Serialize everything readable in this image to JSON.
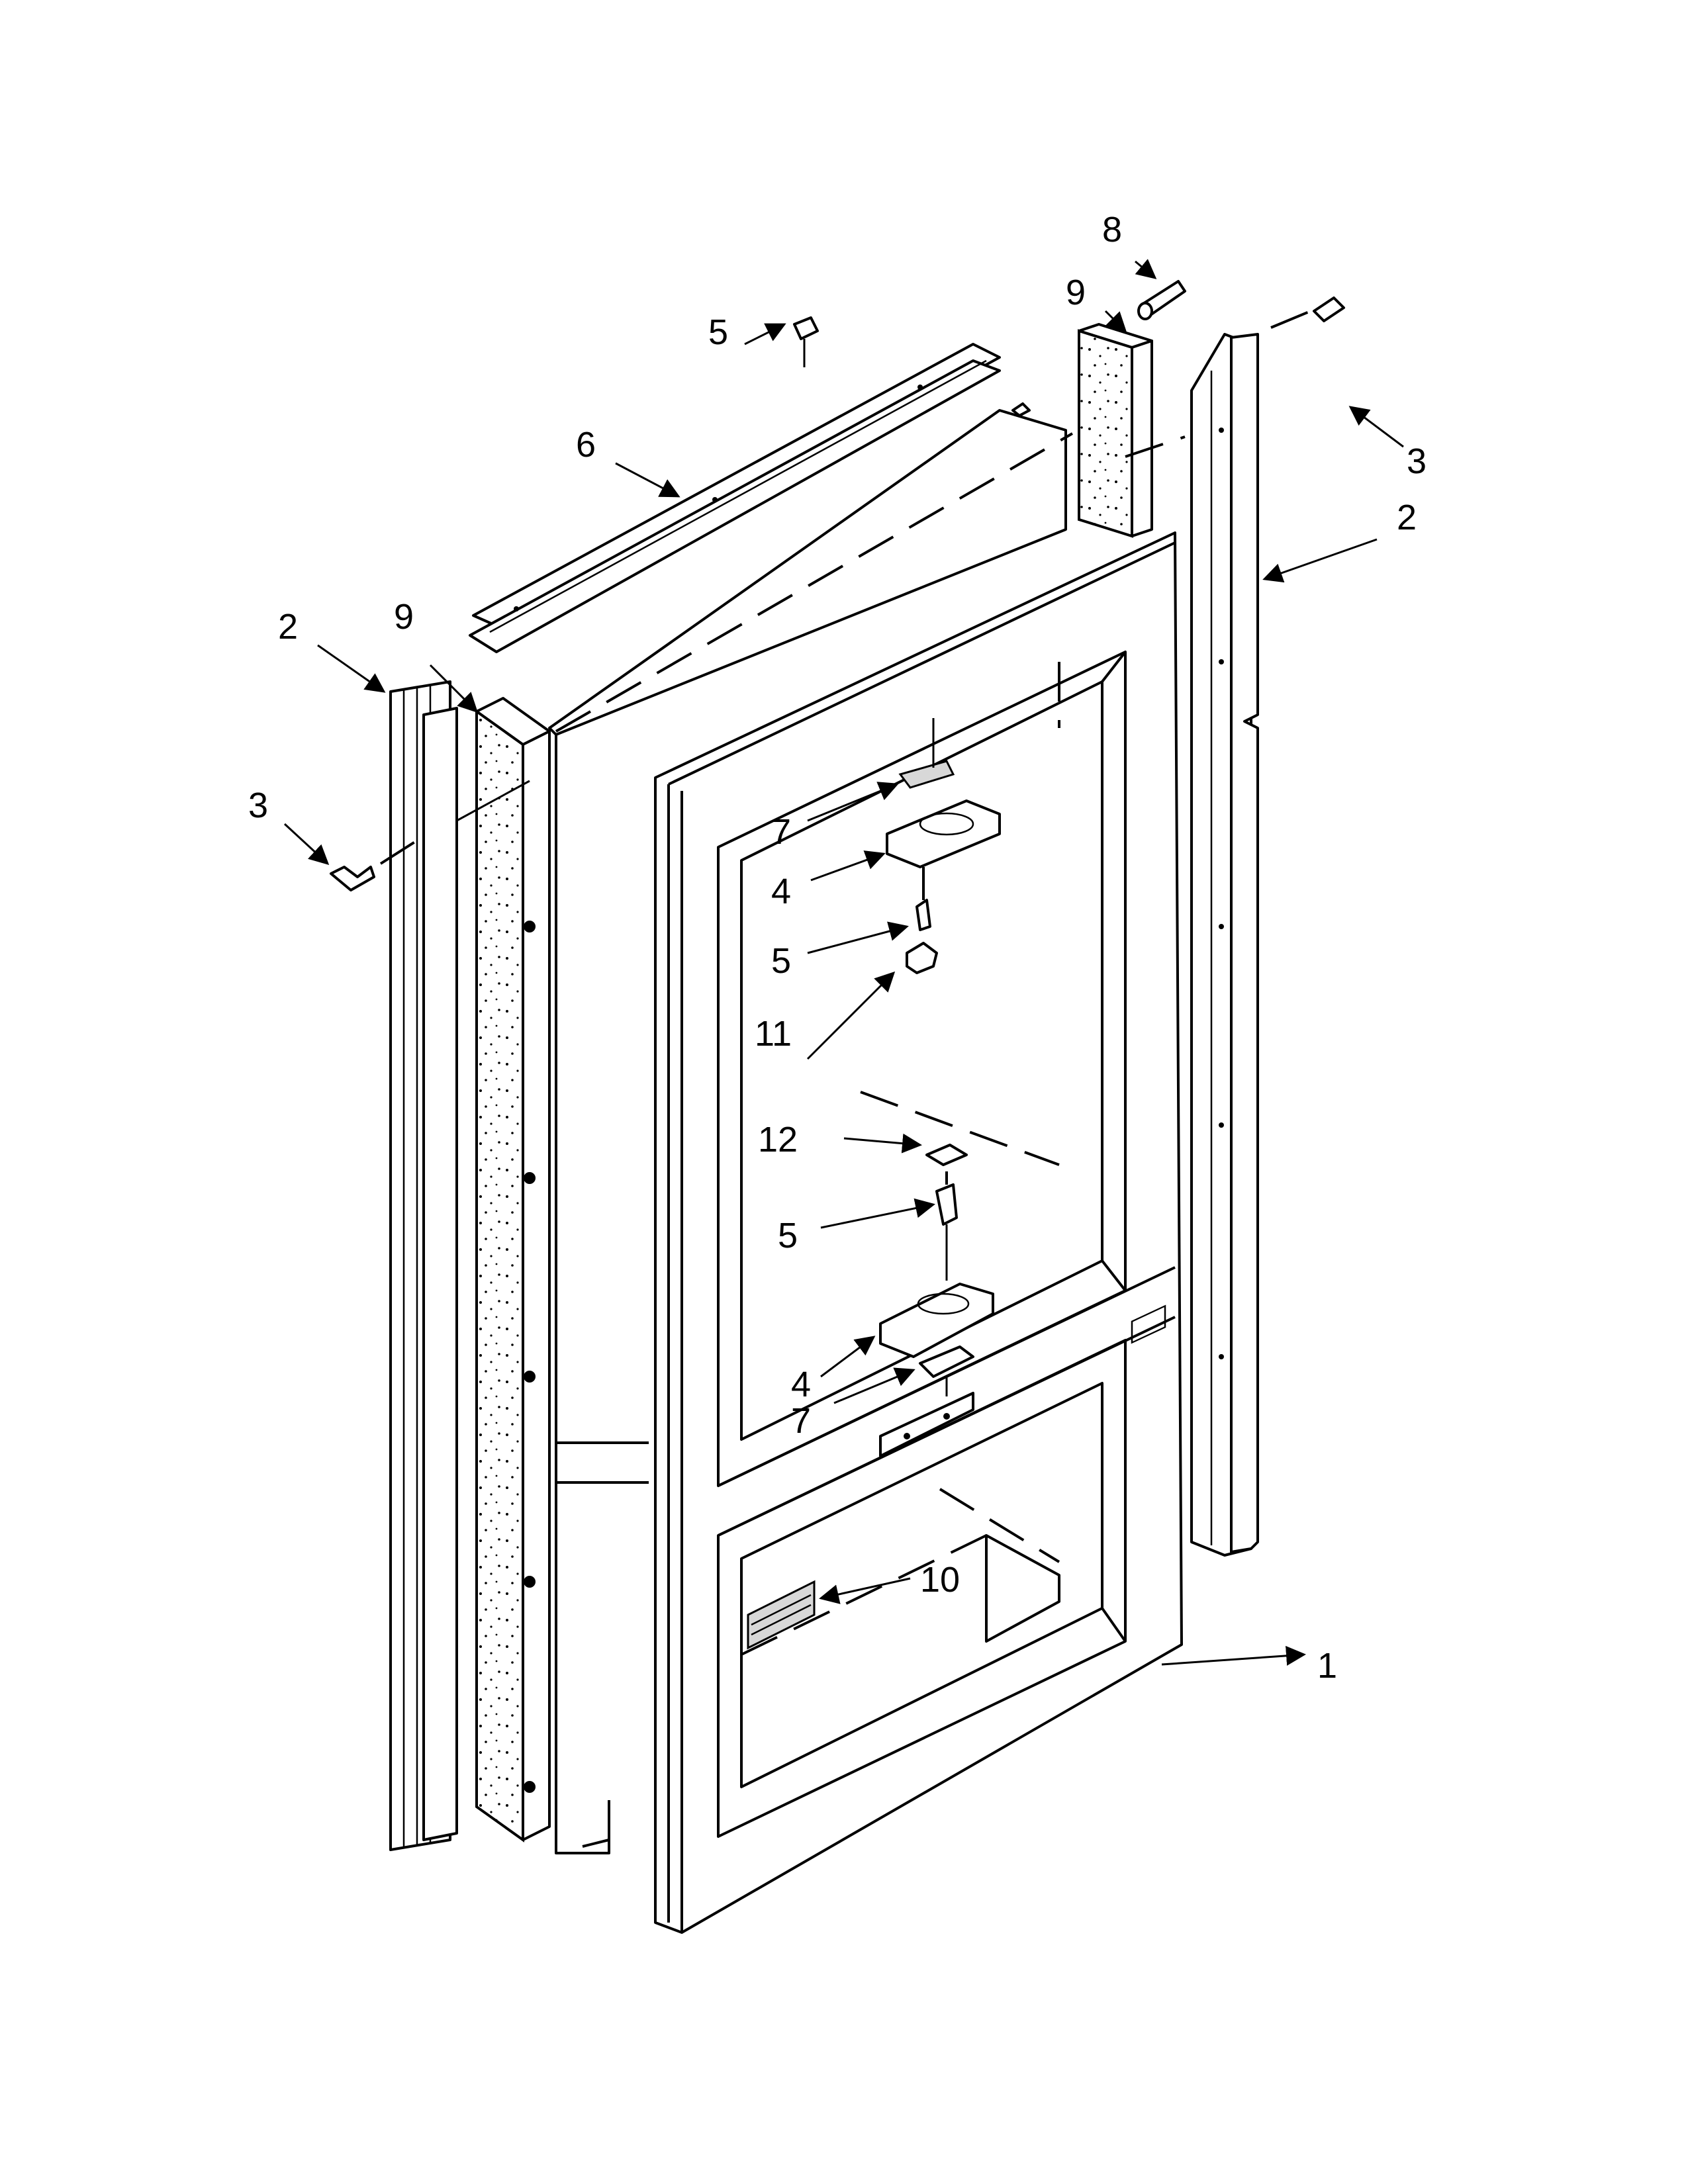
{
  "callouts": {
    "c1": "1",
    "c2_left": "2",
    "c2_right": "2",
    "c3_left": "3",
    "c3_right": "3",
    "c4_upper": "4",
    "c4_lower": "4",
    "c5_top": "5",
    "c5_mid": "5",
    "c5_low": "5",
    "c6": "6",
    "c7_upper": "7",
    "c7_lower": "7",
    "c8": "8",
    "c9_left": "9",
    "c9_right": "9",
    "c10": "10",
    "c11": "11",
    "c12": "12"
  },
  "colors": {
    "line": "#000000",
    "background": "#ffffff",
    "fill_gray": "#d8d8d8"
  }
}
